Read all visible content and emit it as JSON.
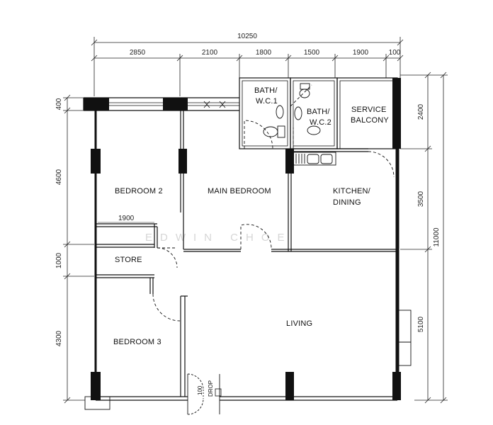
{
  "dimensions": {
    "total_top": "10250",
    "top": [
      "2850",
      "2100",
      "1800",
      "1500",
      "1900",
      "100"
    ],
    "left": [
      "400",
      "4600",
      "1000",
      "4300"
    ],
    "right": [
      "2400",
      "3500",
      "5100"
    ],
    "right_total": "11000",
    "store_width": "1900"
  },
  "rooms": {
    "bath1": [
      "BATH/",
      "W.C.1"
    ],
    "bath2": [
      "BATH/",
      "W.C.2"
    ],
    "service_balcony": [
      "SERVICE",
      "BALCONY"
    ],
    "bedroom2": "BEDROOM 2",
    "main_bedroom": "MAIN BEDROOM",
    "kitchen": [
      "KITCHEN/",
      "DINING"
    ],
    "store": "STORE",
    "living": "LIVING",
    "bedroom3": "BEDROOM 3"
  },
  "labels": {
    "drop_dim": "100",
    "drop": "DROP"
  },
  "watermark": "EDWIN CHOE"
}
